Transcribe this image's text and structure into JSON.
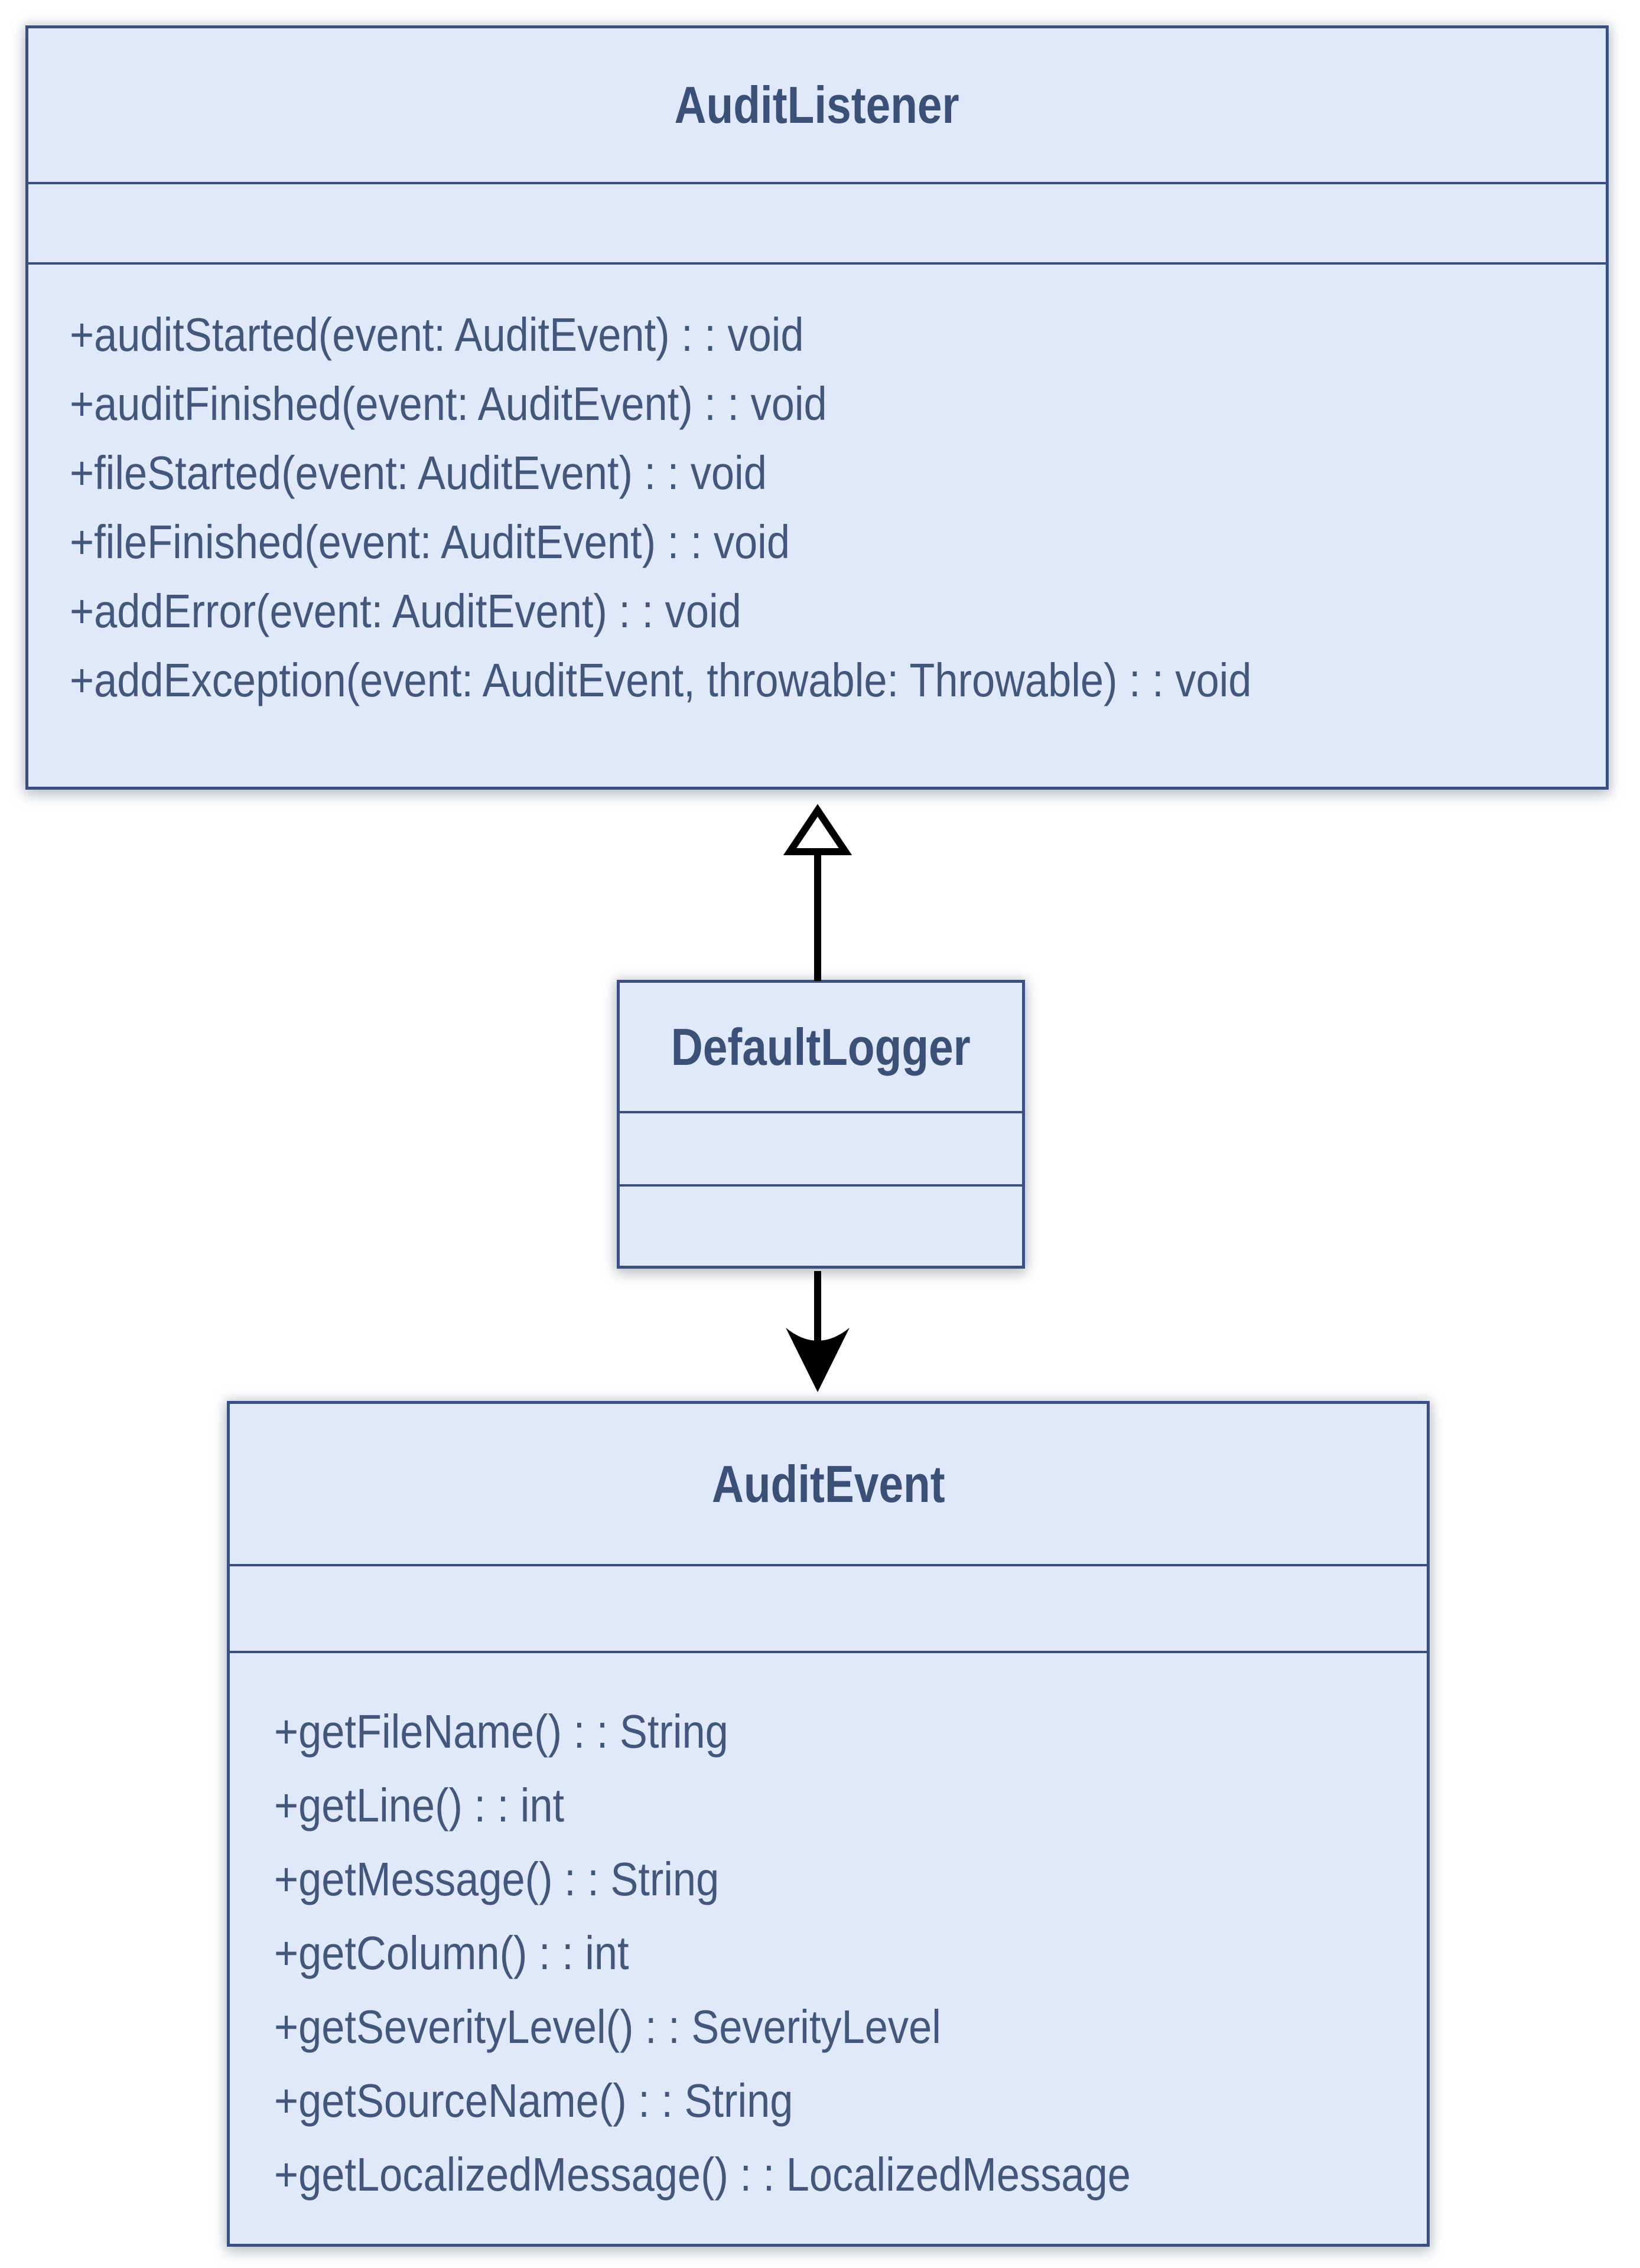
{
  "diagram": {
    "classes": [
      {
        "name": "AuditListener",
        "attributes": [],
        "methods": [
          "+auditStarted(event: AuditEvent) : : void",
          "+auditFinished(event: AuditEvent) : : void",
          "+fileStarted(event: AuditEvent) : : void",
          "+fileFinished(event: AuditEvent) : : void",
          "+addError(event: AuditEvent) : : void",
          "+addException(event: AuditEvent, throwable: Throwable) : : void"
        ]
      },
      {
        "name": "DefaultLogger",
        "attributes": [],
        "methods": []
      },
      {
        "name": "AuditEvent",
        "attributes": [],
        "methods": [
          "+getFileName() : : String",
          "+getLine() : : int",
          "+getMessage() : : String",
          "+getColumn() : : int",
          "+getSeverityLevel() : : SeverityLevel",
          "+getSourceName() : : String",
          "+getLocalizedMessage() : : LocalizedMessage"
        ]
      }
    ],
    "relations": [
      {
        "type": "generalization",
        "from": "DefaultLogger",
        "to": "AuditListener"
      },
      {
        "type": "directed-association",
        "from": "DefaultLogger",
        "to": "AuditEvent"
      }
    ],
    "colors": {
      "box_fill": "#e0e8fa",
      "box_border": "#3b5080",
      "title_text": "#3a5077",
      "method_text": "#43577c",
      "arrow": "#000000",
      "background": "#ffffff"
    }
  }
}
